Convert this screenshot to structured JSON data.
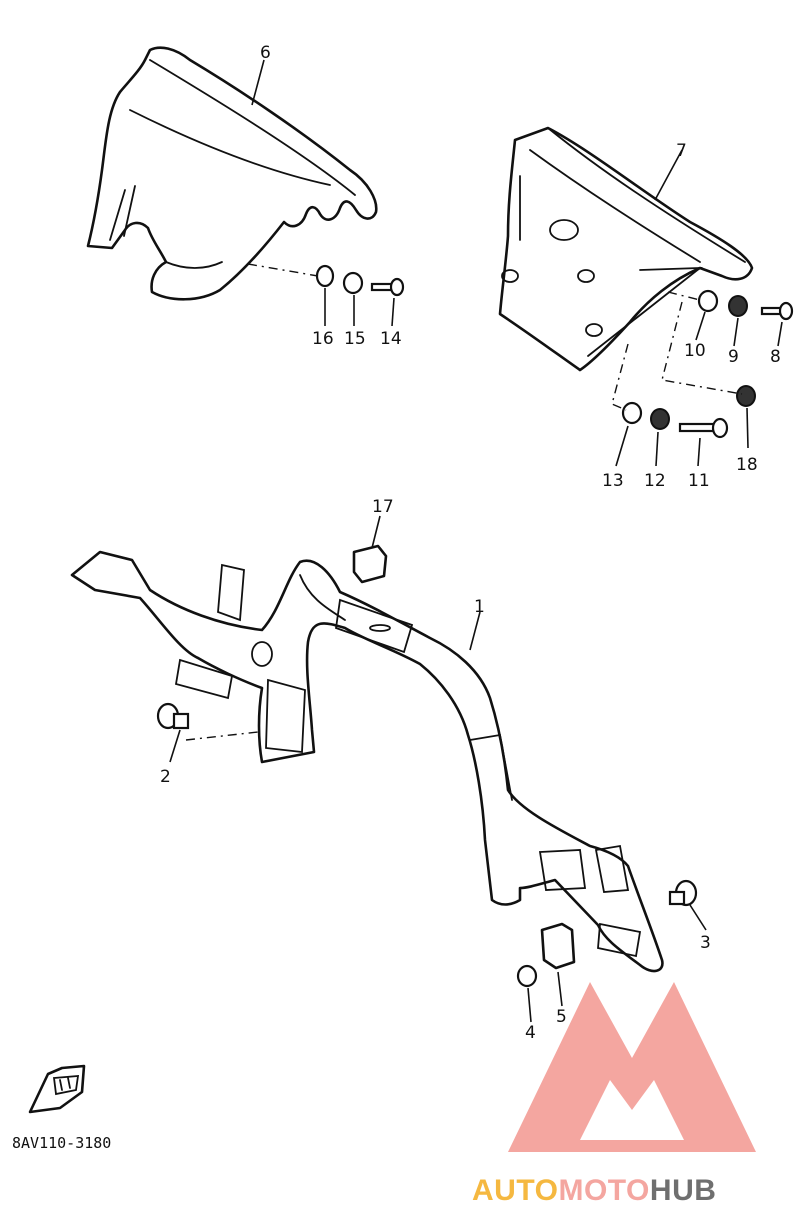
{
  "diagram": {
    "callouts": [
      {
        "id": "c1",
        "text": "1"
      },
      {
        "id": "c2",
        "text": "2"
      },
      {
        "id": "c3",
        "text": "3"
      },
      {
        "id": "c4",
        "text": "4"
      },
      {
        "id": "c5",
        "text": "5"
      },
      {
        "id": "c6",
        "text": "6"
      },
      {
        "id": "c7",
        "text": "7"
      },
      {
        "id": "c8",
        "text": "8"
      },
      {
        "id": "c9",
        "text": "9"
      },
      {
        "id": "c10",
        "text": "10"
      },
      {
        "id": "c11",
        "text": "11"
      },
      {
        "id": "c12",
        "text": "12"
      },
      {
        "id": "c13",
        "text": "13"
      },
      {
        "id": "c14",
        "text": "14"
      },
      {
        "id": "c15",
        "text": "15"
      },
      {
        "id": "c16",
        "text": "16"
      },
      {
        "id": "c17",
        "text": "17"
      },
      {
        "id": "c18",
        "text": "18"
      }
    ],
    "drawing_code": "8AV110-3180"
  },
  "watermark": {
    "segments": [
      {
        "text": "AUTO",
        "color": "#f5b840"
      },
      {
        "text": "MOTO",
        "color": "#f4a6a0"
      },
      {
        "text": "HUB",
        "color": "#6f6f6f"
      }
    ],
    "logo_color": "#f4a6a0"
  }
}
